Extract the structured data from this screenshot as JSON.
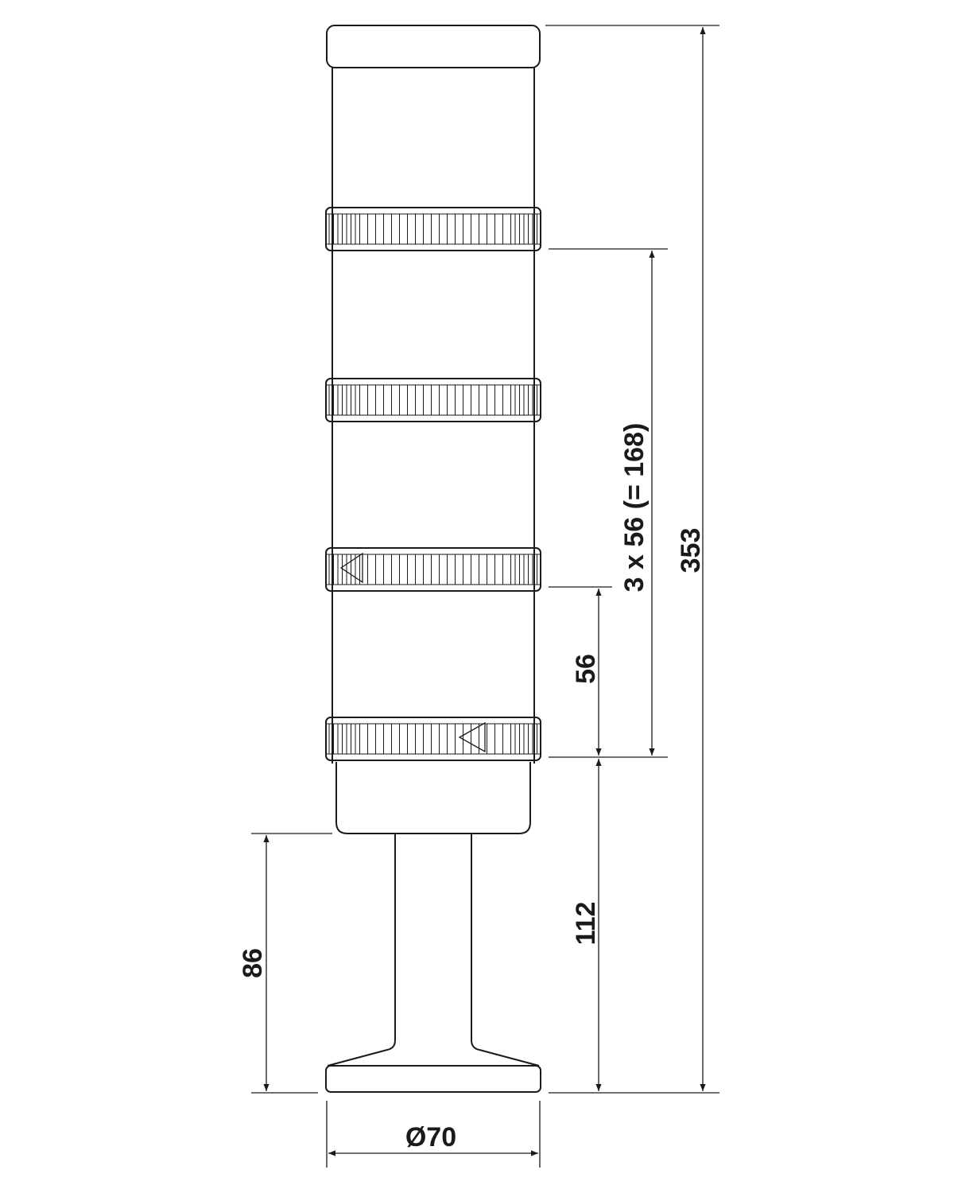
{
  "drawing": {
    "title": "",
    "units": "",
    "dimensions": {
      "total_height": "353",
      "module_stack": "3 x 56 (= 168)",
      "module_height": "56",
      "base_to_module": "112",
      "pole_height": "86",
      "base_diameter": "Ø70"
    },
    "modules": 4,
    "colors": {
      "line": "#1a1a1a",
      "background": "#ffffff"
    }
  }
}
